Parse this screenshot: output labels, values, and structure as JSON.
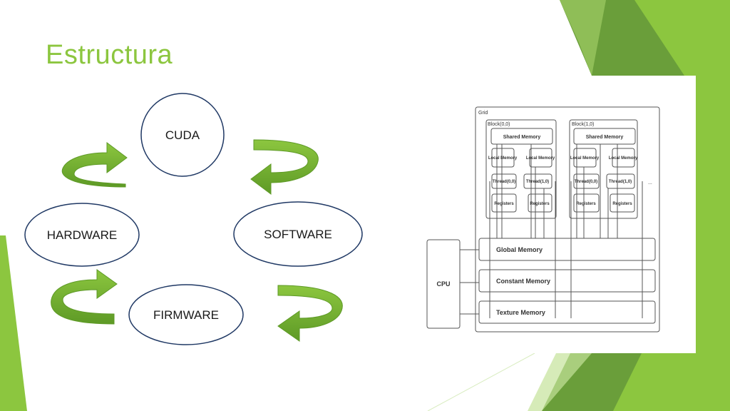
{
  "slide": {
    "title": "Estructura"
  },
  "cycle": {
    "nodes": [
      {
        "label": "CUDA"
      },
      {
        "label": "SOFTWARE"
      },
      {
        "label": "FIRMWARE"
      },
      {
        "label": "HARDWARE"
      }
    ],
    "arrow_color": "#8cc63f",
    "ellipse_border_color": "#1f3864"
  },
  "memory_diagram": {
    "grid_label": "Grid",
    "blocks": [
      {
        "label": "Block(0,0)",
        "shared_memory": "Shared Memory",
        "threads": [
          {
            "local_memory": "Local Memory",
            "thread": "Thread(0,0)",
            "registers": "Registers"
          },
          {
            "local_memory": "Local Memory",
            "thread": "Thread(1,0)",
            "registers": "Registers"
          }
        ]
      },
      {
        "label": "Block(1,0)",
        "shared_memory": "Shared Memory",
        "threads": [
          {
            "local_memory": "Local Memory",
            "thread": "Thread(0,0)",
            "registers": "Registers"
          },
          {
            "local_memory": "Local Memory",
            "thread": "Thread(1,0)",
            "registers": "Registers"
          }
        ]
      }
    ],
    "ellipsis": "...",
    "global_memory": "Global Memory",
    "constant_memory": "Constant Memory",
    "texture_memory": "Texture Memory",
    "cpu": "CPU"
  },
  "theme": {
    "accent": "#8cc63f",
    "accent_dark": "#6aa22e"
  }
}
